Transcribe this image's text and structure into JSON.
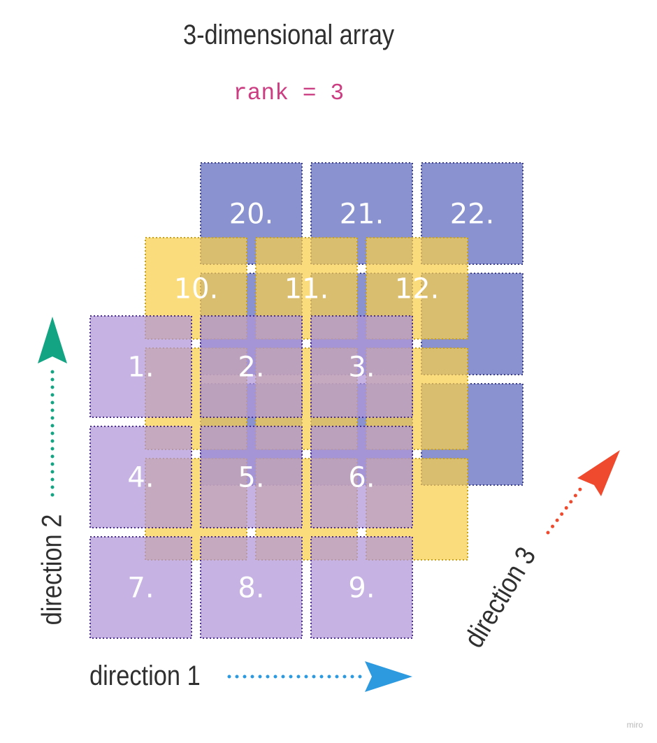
{
  "title": "3-dimensional array",
  "rank_text": "rank = 3",
  "cells": {
    "layer1": [
      "1.",
      "2.",
      "3.",
      "4.",
      "5.",
      "6.",
      "7.",
      "8.",
      "9."
    ],
    "layer2": [
      "10.",
      "11.",
      "12.",
      "",
      "",
      "",
      "",
      "",
      ""
    ],
    "layer3": [
      "20.",
      "21.",
      "22.",
      "",
      "",
      "",
      "",
      "",
      ""
    ]
  },
  "directions": {
    "direction1": "direction 1",
    "direction2": "direction 2",
    "direction3": "direction 3"
  },
  "colors": {
    "layer1_fill": "#b096d9",
    "layer2_fill": "#f8cf4a",
    "layer3_fill": "#8a92cf",
    "direction1_arrow": "#2d9ae0",
    "direction2_arrow": "#13a583",
    "direction3_arrow": "#ef4a2e",
    "rank_text": "#cc3e82"
  },
  "watermark": "miro"
}
